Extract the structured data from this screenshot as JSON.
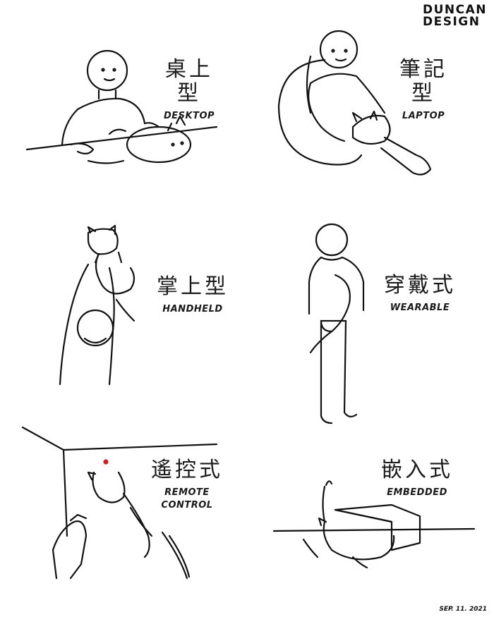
{
  "brand": {
    "line1": "DUNCAN",
    "line2": "DESIGN"
  },
  "panels": [
    {
      "zh": "桌上型",
      "en": "DESKTOP"
    },
    {
      "zh": "筆記型",
      "en": "LAPTOP"
    },
    {
      "zh": "掌上型",
      "en": "HANDHELD"
    },
    {
      "zh": "穿戴式",
      "en": "WEARABLE"
    },
    {
      "zh": "遙控式",
      "en": "REMOTE CONTROL"
    },
    {
      "zh": "嵌入式",
      "en": "EMBEDDED"
    }
  ],
  "signature": "SEP. 11. 2021",
  "colors": {
    "ink": "#111111",
    "background": "#ffffff",
    "laser_dot": "#d22020"
  }
}
